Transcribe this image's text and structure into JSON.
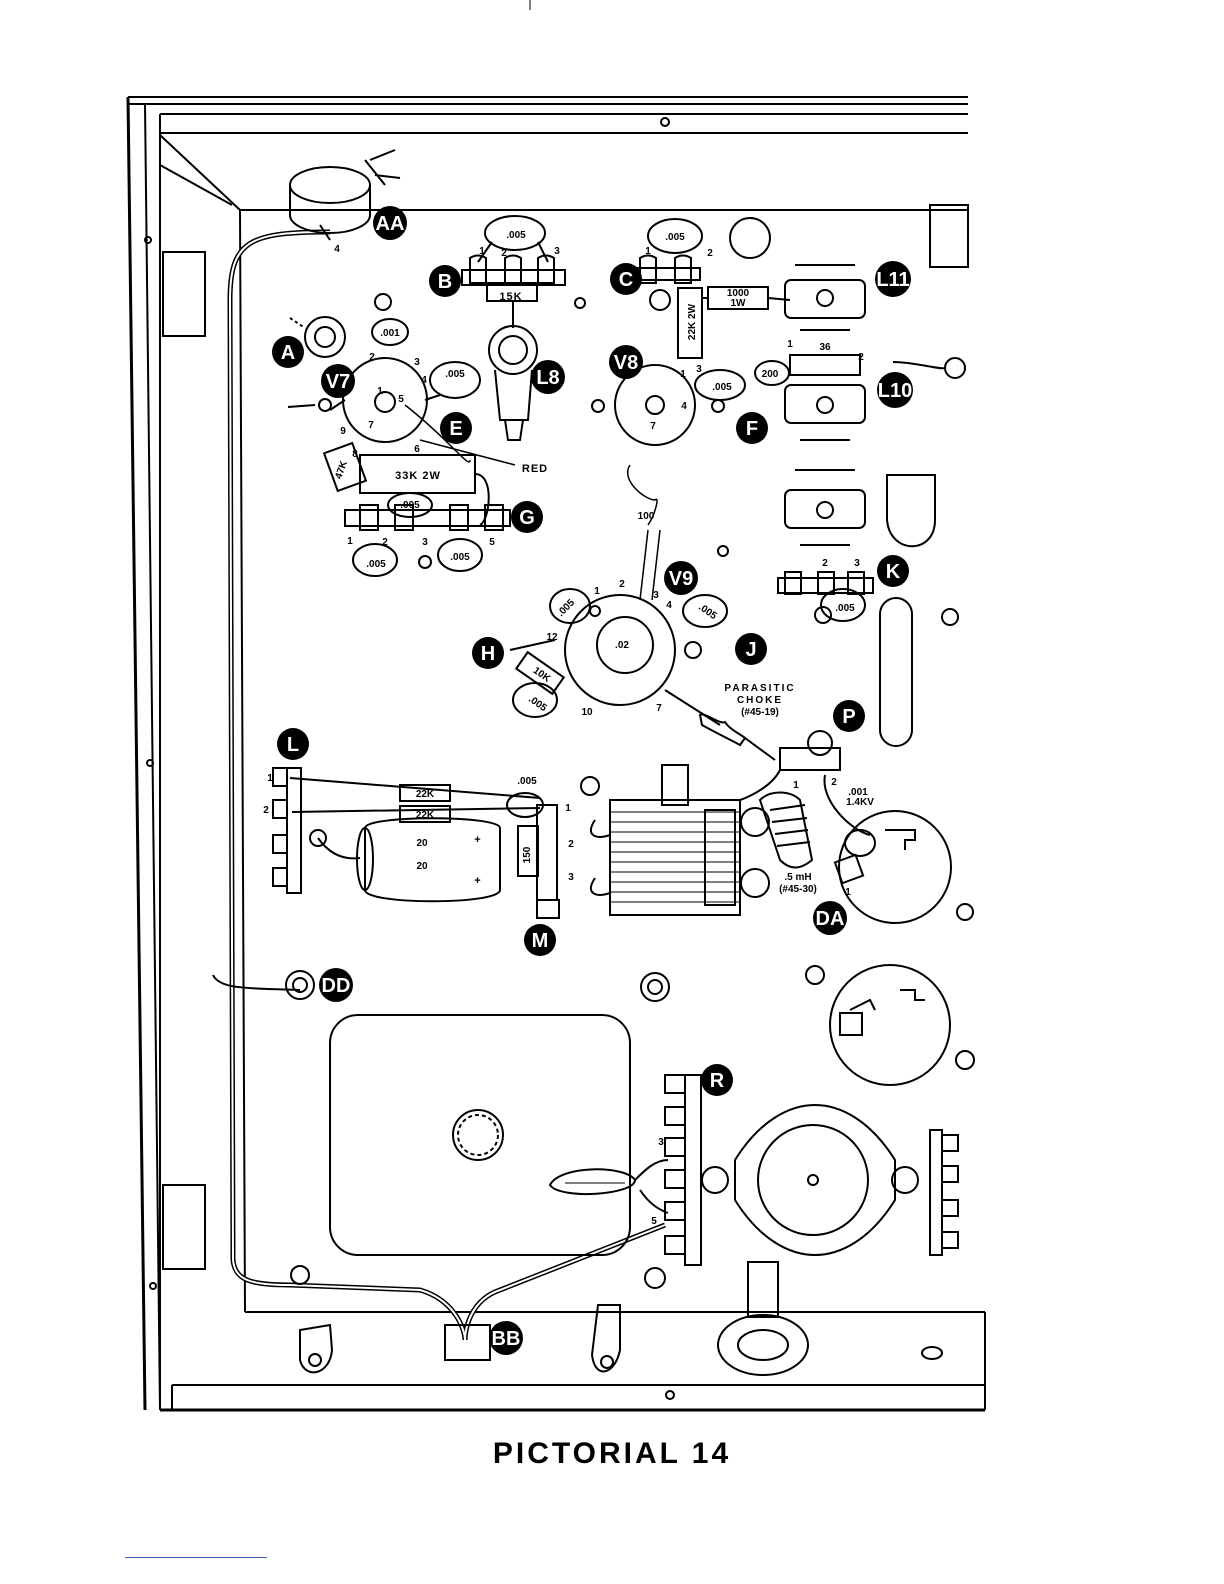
{
  "caption": "PICTORIAL 14",
  "labels": {
    "AA": "AA",
    "A": "A",
    "B": "B",
    "C": "C",
    "L11": "L11",
    "L10": "L10",
    "L8": "L8",
    "V7": "V7",
    "V8": "V8",
    "E": "E",
    "F": "F",
    "G": "G",
    "V9": "V9",
    "K": "K",
    "H": "H",
    "J": "J",
    "P": "P",
    "L": "L",
    "M": "M",
    "DA": "DA",
    "DD": "DD",
    "R": "R",
    "BB": "BB"
  },
  "components": {
    "r15k": "15K",
    "r22k2w": "22K 2W",
    "r1000": "1000",
    "r1w": "1W",
    "r33k": "33K 2W",
    "r47k": "47K",
    "r10k": "10K",
    "r100": "100",
    "r22k_a": "22K",
    "r22k_b": "22K",
    "r150": "150",
    "cap20a": "20",
    "cap20b": "20",
    "c005_b": ".005",
    "c005_c": ".005",
    "c001_a": ".001",
    "c005_v7": ".005",
    "c005_g1": ".005",
    "c005_g2": ".005",
    "c005_g3": ".005",
    "c005_v9a": ".005",
    "c005_v9b": ".005",
    "c005_h": ".005",
    "c02": ".02",
    "c005_k": ".005",
    "c005_m": ".005",
    "c200": "200",
    "c36": "36",
    "c001_14kv": ".001",
    "kv14": "1.4KV"
  },
  "notes": {
    "red": "RED",
    "choke1": "PARASITIC",
    "choke2": "CHOKE",
    "choke3": "(#45-19)",
    "mh": ".5 mH",
    "mh2": "(#45-30)"
  },
  "pins": {
    "aa4": "4",
    "b1": "1",
    "b2": "2",
    "b3": "3",
    "c1": "1",
    "c2": "2",
    "v7_1": "1",
    "v7_2": "2",
    "v7_3": "3",
    "v7_4": "4",
    "v7_5": "5",
    "v7_6": "6",
    "v7_7": "7",
    "v7_8": "8",
    "v7_9": "9",
    "v8_1": "1",
    "v8_3": "3",
    "v8_4": "4",
    "v8_7": "7",
    "l10_1": "1",
    "l10_2": "2",
    "g1": "1",
    "g2": "2",
    "g3": "3",
    "g5": "5",
    "k2": "2",
    "k3": "3",
    "v9_1": "1",
    "v9_2": "2",
    "v9_3": "3",
    "v9_4": "4",
    "v9_7": "7",
    "v9_10": "10",
    "v9_12": "12",
    "l1": "1",
    "l2": "2",
    "m1": "1",
    "m2": "2",
    "m3": "3",
    "p1": "1",
    "p2": "2",
    "da1": "1",
    "r3": "3",
    "r5": "5"
  }
}
